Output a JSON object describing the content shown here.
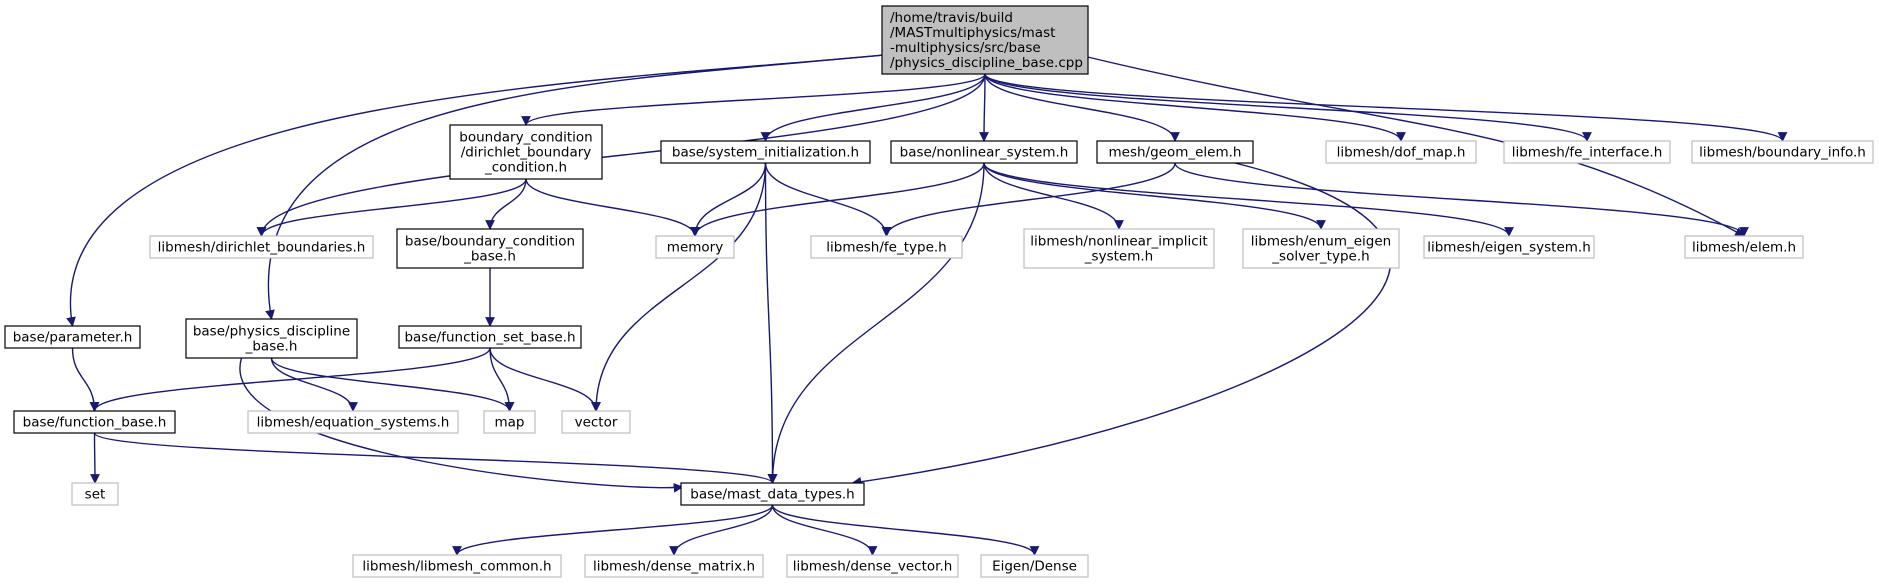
{
  "colors": {
    "edge": "#191970",
    "main_fill": "#bfbfbf",
    "internal_border": "#000000",
    "external_border": "#bfbfbf"
  },
  "nodes": {
    "root": {
      "lines": [
        "/home/travis/build",
        "/MASTmultiphysics/mast",
        "-multiphysics/src/base",
        "/physics_discipline_base.cpp"
      ],
      "kind": "main"
    },
    "bc_dirichlet": {
      "lines": [
        "boundary_condition",
        "/dirichlet_boundary",
        "_condition.h"
      ],
      "kind": "internal"
    },
    "sys_init": {
      "lines": [
        "base/system_initialization.h"
      ],
      "kind": "internal"
    },
    "nonlinear": {
      "lines": [
        "base/nonlinear_system.h"
      ],
      "kind": "internal"
    },
    "geom_elem": {
      "lines": [
        "mesh/geom_elem.h"
      ],
      "kind": "internal"
    },
    "dof_map": {
      "lines": [
        "libmesh/dof_map.h"
      ],
      "kind": "external"
    },
    "fe_interface": {
      "lines": [
        "libmesh/fe_interface.h"
      ],
      "kind": "external"
    },
    "boundary_info": {
      "lines": [
        "libmesh/boundary_info.h"
      ],
      "kind": "external"
    },
    "dirichlet_boundaries": {
      "lines": [
        "libmesh/dirichlet_boundaries.h"
      ],
      "kind": "external"
    },
    "bc_base": {
      "lines": [
        "base/boundary_condition",
        "_base.h"
      ],
      "kind": "internal"
    },
    "memory": {
      "lines": [
        "memory"
      ],
      "kind": "external"
    },
    "fe_type": {
      "lines": [
        "libmesh/fe_type.h"
      ],
      "kind": "external"
    },
    "nonlinear_implicit": {
      "lines": [
        "libmesh/nonlinear_implicit",
        "_system.h"
      ],
      "kind": "external"
    },
    "enum_eigen": {
      "lines": [
        "libmesh/enum_eigen",
        "_solver_type.h"
      ],
      "kind": "external"
    },
    "eigen_system": {
      "lines": [
        "libmesh/eigen_system.h"
      ],
      "kind": "external"
    },
    "elem": {
      "lines": [
        "libmesh/elem.h"
      ],
      "kind": "external"
    },
    "parameter": {
      "lines": [
        "base/parameter.h"
      ],
      "kind": "internal"
    },
    "physics_h": {
      "lines": [
        "base/physics_discipline",
        "_base.h"
      ],
      "kind": "internal"
    },
    "function_set": {
      "lines": [
        "base/function_set_base.h"
      ],
      "kind": "internal"
    },
    "function_base": {
      "lines": [
        "base/function_base.h"
      ],
      "kind": "internal"
    },
    "equation_systems": {
      "lines": [
        "libmesh/equation_systems.h"
      ],
      "kind": "external"
    },
    "map": {
      "lines": [
        "map"
      ],
      "kind": "external"
    },
    "vector": {
      "lines": [
        "vector"
      ],
      "kind": "external"
    },
    "set": {
      "lines": [
        "set"
      ],
      "kind": "external"
    },
    "mast_data_types": {
      "lines": [
        "base/mast_data_types.h"
      ],
      "kind": "internal"
    },
    "libmesh_common": {
      "lines": [
        "libmesh/libmesh_common.h"
      ],
      "kind": "external"
    },
    "dense_matrix": {
      "lines": [
        "libmesh/dense_matrix.h"
      ],
      "kind": "external"
    },
    "dense_vector": {
      "lines": [
        "libmesh/dense_vector.h"
      ],
      "kind": "external"
    },
    "eigen_dense": {
      "lines": [
        "Eigen/Dense"
      ],
      "kind": "external"
    }
  },
  "edges": [
    [
      "root",
      "bc_dirichlet"
    ],
    [
      "root",
      "sys_init"
    ],
    [
      "root",
      "nonlinear"
    ],
    [
      "root",
      "geom_elem"
    ],
    [
      "root",
      "dof_map"
    ],
    [
      "root",
      "fe_interface"
    ],
    [
      "root",
      "boundary_info"
    ],
    [
      "root",
      "dirichlet_boundaries"
    ],
    [
      "root",
      "parameter"
    ],
    [
      "root",
      "physics_h"
    ],
    [
      "root",
      "elem"
    ],
    [
      "bc_dirichlet",
      "dirichlet_boundaries"
    ],
    [
      "bc_dirichlet",
      "bc_base"
    ],
    [
      "bc_dirichlet",
      "memory"
    ],
    [
      "sys_init",
      "memory"
    ],
    [
      "sys_init",
      "fe_type"
    ],
    [
      "sys_init",
      "vector"
    ],
    [
      "sys_init",
      "mast_data_types"
    ],
    [
      "nonlinear",
      "memory"
    ],
    [
      "nonlinear",
      "nonlinear_implicit"
    ],
    [
      "nonlinear",
      "enum_eigen"
    ],
    [
      "nonlinear",
      "eigen_system"
    ],
    [
      "nonlinear",
      "mast_data_types"
    ],
    [
      "geom_elem",
      "fe_type"
    ],
    [
      "geom_elem",
      "elem"
    ],
    [
      "geom_elem",
      "mast_data_types"
    ],
    [
      "bc_base",
      "function_set"
    ],
    [
      "function_set",
      "function_base"
    ],
    [
      "function_set",
      "map"
    ],
    [
      "function_set",
      "vector"
    ],
    [
      "parameter",
      "function_base"
    ],
    [
      "physics_h",
      "equation_systems"
    ],
    [
      "physics_h",
      "map"
    ],
    [
      "physics_h",
      "mast_data_types"
    ],
    [
      "function_base",
      "set"
    ],
    [
      "function_base",
      "mast_data_types"
    ],
    [
      "mast_data_types",
      "libmesh_common"
    ],
    [
      "mast_data_types",
      "dense_matrix"
    ],
    [
      "mast_data_types",
      "dense_vector"
    ],
    [
      "mast_data_types",
      "eigen_dense"
    ]
  ]
}
